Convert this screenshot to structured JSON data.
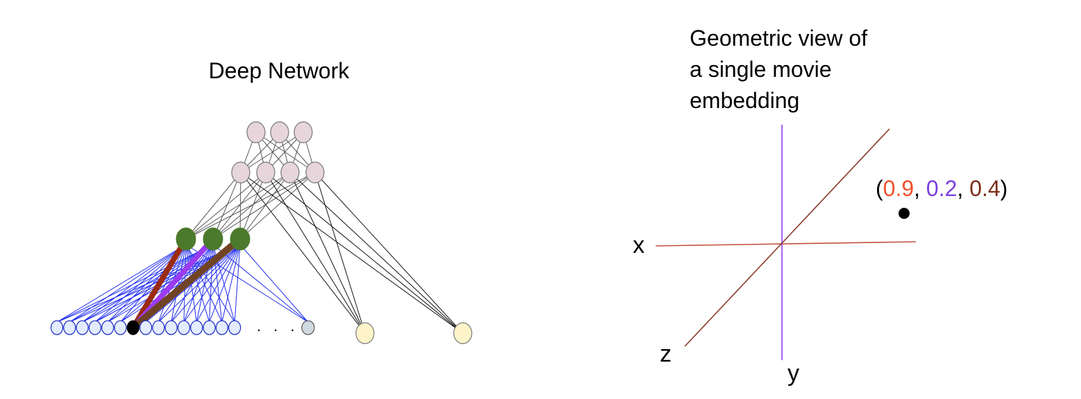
{
  "network": {
    "title": "Deep Network",
    "ellipsis": ". . .",
    "colors": {
      "top_layer": "#e7d5dc",
      "node_stroke": "#777777",
      "embedding_node": "#4c7a2c",
      "input_node": "#e4ecff",
      "input_stroke": "#1c2cc4",
      "selected_node": "#000000",
      "last_input": "#cfd9e2",
      "side_input": "#fdf5c9",
      "gray_edge": "#555555",
      "black_edge": "#111111",
      "blue_edge": "#1f2bf0",
      "embed_x": "#9a2b12",
      "embed_y": "#9b3cf0",
      "embed_z": "#704325"
    }
  },
  "geometry": {
    "title_lines": [
      "Geometric view of",
      "a single movie",
      "embedding"
    ],
    "axes": {
      "x": "x",
      "y": "y",
      "z": "z"
    },
    "point": {
      "open": "(",
      "sep1": ", ",
      "sep2": ", ",
      "close": ")",
      "x": "0.9",
      "y": "0.2",
      "z": "0.4"
    },
    "colors": {
      "x_axis": "#c0533d",
      "y_axis": "#9b3cf0",
      "z_axis": "#8a3a2a",
      "x_value": "#f0502a",
      "y_value": "#7a3ee0",
      "z_value": "#7a2f18",
      "point": "#000000"
    }
  }
}
